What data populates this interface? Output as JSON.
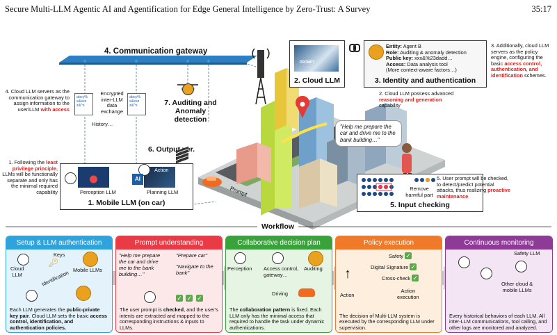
{
  "header": {
    "title": "Secure Multi-LLM Agentic AI and Agentification for Edge General Intelligence by Zero-Trust: A Survey",
    "page": "35:17"
  },
  "top": {
    "comm_gateway": "4. Communication gateway",
    "cloud_llm": "2. Cloud LLM",
    "prompt_label": "PROMPT",
    "identity_title": "3. Identity and authentication",
    "identity": {
      "entity_k": "Entity:",
      "entity_v": " Agent B",
      "role_k": "Role:",
      "role_v": " Auditing & anomaly detection",
      "key_k": "Public key:",
      "key_v": " xxx&%23dadd…",
      "access_k": "Access:",
      "access_v": " Data analysis tool",
      "more": "(More context-aware factors…)"
    },
    "note3_a": "3. Additionally, cloud LLM servers as the policy engine, configuring the basic ",
    "note3_red": "access control, authentication, and identification",
    "note3_b": " schemes.",
    "note2_a": "2. Cloud LLM possess advanced ",
    "note2_red": "reasoning and generation",
    "note2_b": " capability",
    "note4_a": "4. Cloud LLM servers as the communication gateway to assign information to the user/LLM ",
    "note4_red": "with access",
    "encrypted": "Encrypted inter-LLM data exchange",
    "cipher1": "abcy%\nx&ssz\nz&^s",
    "cipher2": "abcy%\nx&ssz\nz&^s",
    "auditing": "7. Auditing and Anomaly detection",
    "history": "History…",
    "output": "6. Output ver.",
    "bubble": "\"Help me prepare the car and drive me to the bank building…\"",
    "note1_a": "1. Following the ",
    "note1_red": "least privilege principle",
    "note1_b": ", LLMs will be functionally separate and only has the minimal required capability",
    "perception_llm": "Perception LLM",
    "planning_llm": "Planning LLM",
    "action": "Action",
    "ai": "AI",
    "mobile_llm": "1. Mobile LLM (on car)",
    "prompt_road": "Prompt",
    "remove": "Remove harmful part",
    "input_checking": "5. Input checking",
    "note5_a": "5. User prompt will be checked, to detect/predict potential attacks, thus realizing ",
    "note5_red": "proactive maintenance"
  },
  "workflow": {
    "label": "Workflow",
    "cards": [
      {
        "title": "Setup & LLM authentication",
        "color": "#2fa3dc",
        "bg": "#e4f2fb",
        "keys": "Keys",
        "cloud": "Cloud\nLLM",
        "mobile": "Mobile LLMs",
        "ident": "Identification",
        "foot_a": "Each LLM generates the ",
        "foot_b": "public-private key pair",
        "foot_c": ". Cloud LLM sets the basic ",
        "foot_d": "access control, identification, and authentication policies."
      },
      {
        "title": "Prompt understanding",
        "color": "#ea3a45",
        "bg": "#fde8e9",
        "q1": "\"Help me prepare the car and drive me to the bank building…\"",
        "q2": "\"Prepare car\"",
        "q3": "\"Navigate to the bank\"",
        "foot_a": "The user prompt is ",
        "foot_b": "checked",
        "foot_c": ", and the user's intents are extracted and mapped to the corresponding instructions & inputs to LLMs."
      },
      {
        "title": "Collaborative decision plan",
        "color": "#3aa23a",
        "bg": "#e6f5e3",
        "perception": "Perception",
        "access": "Access control,\ngateway…",
        "auditing": "Auditing",
        "driving": "Driving",
        "foot_a": "The ",
        "foot_b": "collaboration pattern",
        "foot_c": " is fixed. Each LLM only has the minimal access that required to handle the task under dynamic authentications."
      },
      {
        "title": "Policy execution",
        "color": "#f07a2a",
        "bg": "#fdeedd",
        "safety": "Safety",
        "sig": "Digital Signature",
        "cross": "Cross-check",
        "action": "Action",
        "exec": "Action\nexecution",
        "foot_a": "The decision of Multi-LLM system is executed by the corresponding LLM under supervision."
      },
      {
        "title": "Continuous monitoring",
        "color": "#8e3a97",
        "bg": "#f3e5f4",
        "safety": "Safety LLM",
        "other": "Other cloud &\nmobile LLMs",
        "foot_a": "Every historical behaviors of each LLM. All inter-LLM communications, tool calling, and other logs are monitored and analyzed."
      }
    ]
  }
}
